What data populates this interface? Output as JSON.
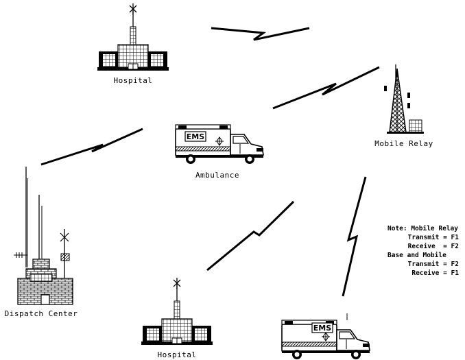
{
  "labels": {
    "hospital_top": "Hospital",
    "mobile_relay": "Mobile Relay",
    "ambulance": "Ambulance",
    "dispatch_center": "Dispatch Center",
    "hospital_bottom": "Hospital"
  },
  "vehicle_text": {
    "ambulance_side": "EMS",
    "ambulance_bottom_side": "EMS"
  },
  "note": {
    "line1": "Note: Mobile Relay",
    "line2": "Transmit = F1",
    "line3": "Receive  = F2",
    "line4": "Base and Mobile",
    "line5": "Transmit = F2",
    "line6": "Receive = F1"
  },
  "icons": [
    "hospital-icon",
    "relay-tower-icon",
    "ambulance-icon",
    "dispatch-center-icon",
    "radio-link-icon"
  ]
}
